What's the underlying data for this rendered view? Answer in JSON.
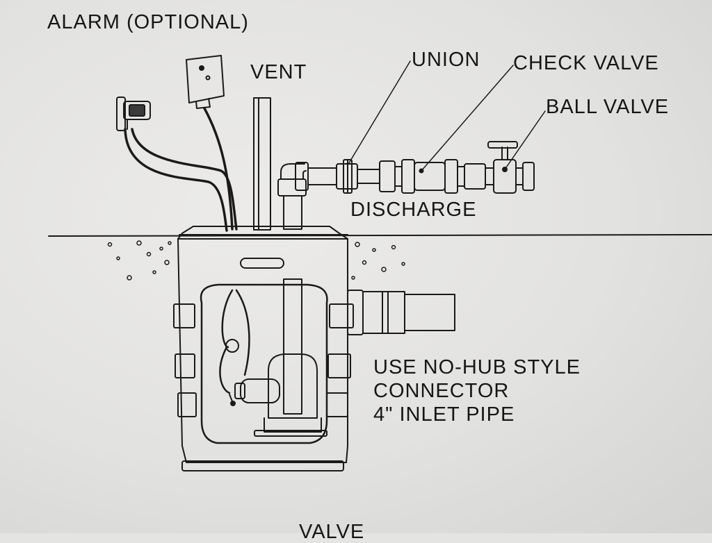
{
  "labels": {
    "alarm": "ALARM (OPTIONAL)",
    "vent": "VENT",
    "union": "UNION",
    "check_valve": "CHECK VALVE",
    "ball_valve": "BALL VALVE",
    "discharge": "DISCHARGE",
    "inlet_note": [
      "USE NO-HUB STYLE",
      "CONNECTOR",
      "4\" INLET PIPE"
    ],
    "bottom_partial": "VALVE"
  },
  "colors": {
    "ink": "#161616",
    "paper": "#e4e4e2"
  }
}
